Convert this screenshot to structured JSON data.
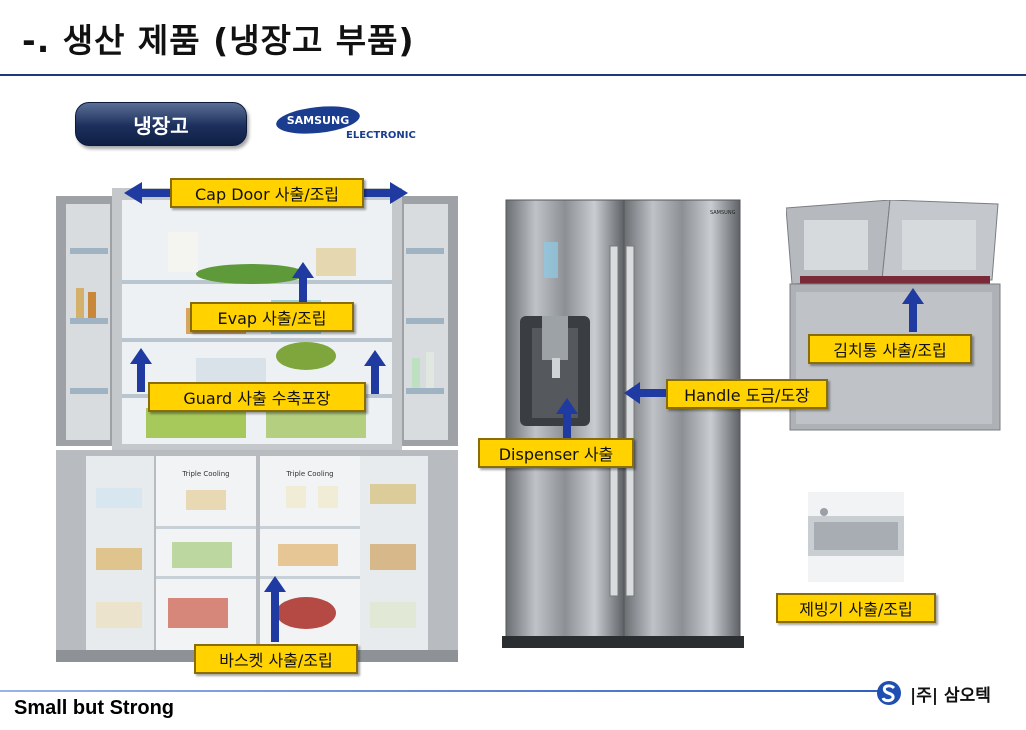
{
  "page": {
    "title": "-. 생산 제품 (냉장고 부품)",
    "category": "냉장고",
    "brand": {
      "name": "SAMSUNG",
      "sub": "ELECTRONICS"
    },
    "footer": {
      "slogan": "Small but Strong",
      "company": "|주| 삼오텍"
    }
  },
  "labels": {
    "cap_door": "Cap Door 사출/조립",
    "evap": "Evap 사출/조립",
    "guard": "Guard 사출 수축포장",
    "basket": "바스켓 사출/조립",
    "dispenser": "Dispenser 사출",
    "handle": "Handle 도금/도장",
    "kimchi": "김치통 사출/조립",
    "icemaker": "제빙기 사출/조립"
  },
  "photo_text": {
    "triple_cooling": "Triple Cooling",
    "fridge_badge": "SAMSUNG"
  },
  "colors": {
    "label_fill": "#ffd200",
    "arrow": "#1f3aa0",
    "title_rule": "#1f3a7a"
  }
}
